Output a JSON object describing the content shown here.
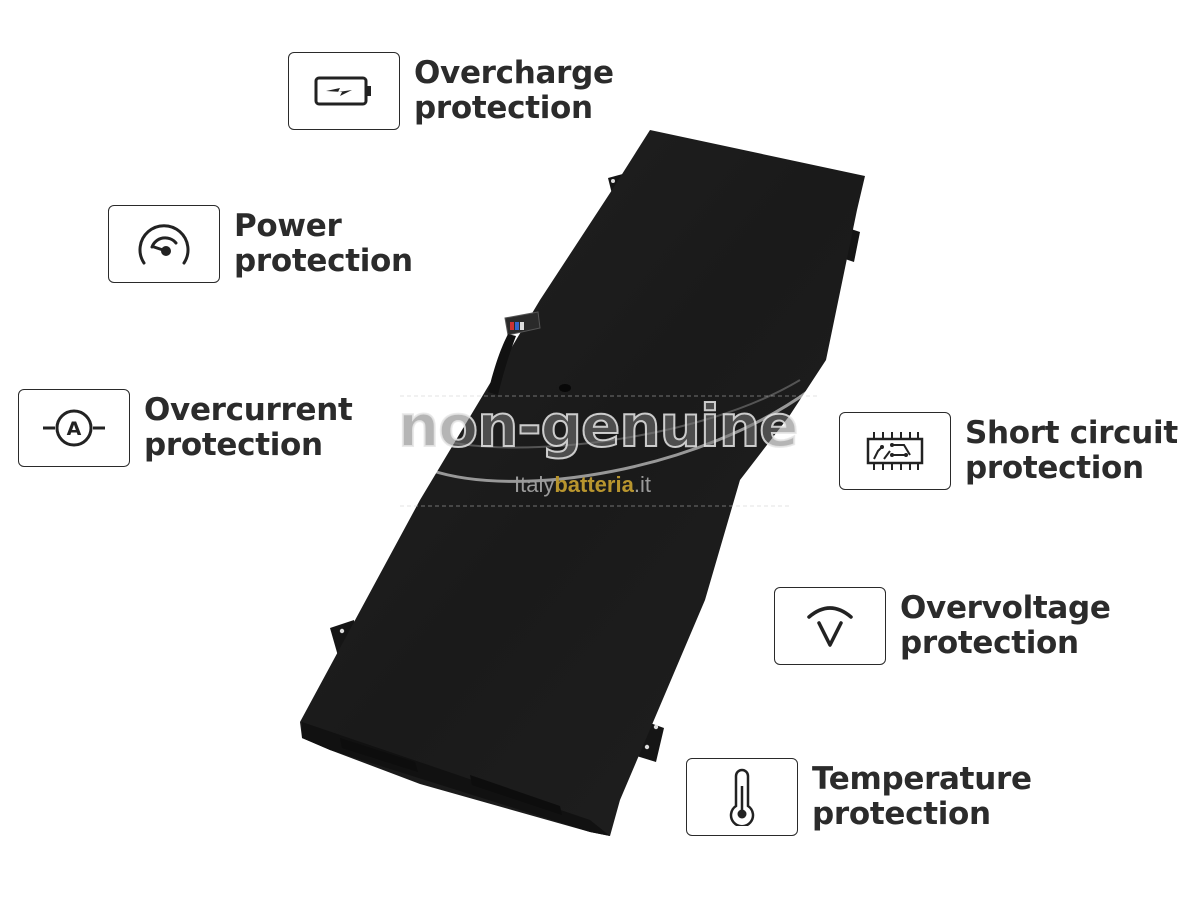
{
  "features": [
    {
      "id": "overcharge",
      "icon": "battery-charge-icon",
      "line1": "Overcharge",
      "line2": "protection"
    },
    {
      "id": "power",
      "icon": "gauge-icon",
      "line1": "Power",
      "line2": "protection"
    },
    {
      "id": "overcurrent",
      "icon": "ammeter-icon",
      "line1": "Overcurrent",
      "line2": "protection"
    },
    {
      "id": "short-circuit",
      "icon": "circuit-chip-icon",
      "line1": "Short circuit",
      "line2": "protection"
    },
    {
      "id": "overvoltage",
      "icon": "voltage-icon",
      "line1": "Overvoltage",
      "line2": "protection"
    },
    {
      "id": "temperature",
      "icon": "thermometer-icon",
      "line1": "Temperature",
      "line2": "protection"
    }
  ],
  "watermark": {
    "text": "non-genuine",
    "brand_prefix": "Italy",
    "brand_main": "batteria",
    "brand_suffix": ".it"
  },
  "colors": {
    "text": "#2b2b2b",
    "battery": "#1c1c1c",
    "brand_gold": "#b8952e"
  }
}
